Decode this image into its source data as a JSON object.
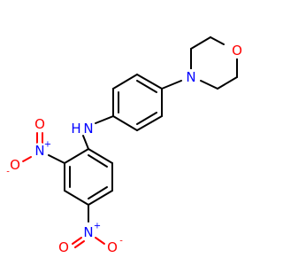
{
  "molecule": {
    "atom_labels": {
      "morpholine_O": "O",
      "morpholine_N": "N",
      "amine_NH": "N",
      "amine_H": "H",
      "nitro1_N": "N",
      "nitro1_plus": "+",
      "nitro1_O_top": "O",
      "nitro1_O_left": "O",
      "nitro1_minus": "-",
      "nitro2_N": "N",
      "nitro2_plus": "+",
      "nitro2_O_left": "O",
      "nitro2_O_right": "O",
      "nitro2_minus": "-"
    },
    "colors": {
      "carbon_bonds": "#000000",
      "nitrogen": "#0000ff",
      "oxygen": "#ff0000"
    }
  }
}
